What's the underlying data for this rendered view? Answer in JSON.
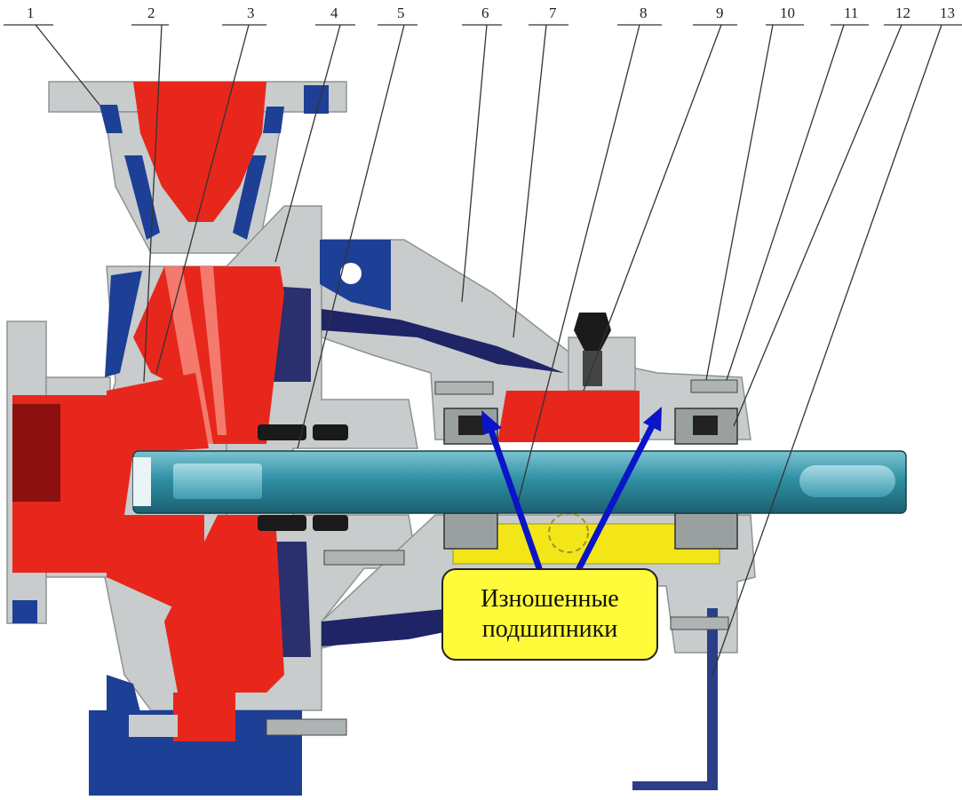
{
  "diagram": {
    "part_numbers": [
      "1",
      "2",
      "3",
      "4",
      "5",
      "6",
      "7",
      "8",
      "9",
      "10",
      "11",
      "12",
      "13"
    ],
    "callout": {
      "line1": "Изношенные",
      "line2": "подшипники"
    },
    "colors": {
      "casing": "#c8cccc",
      "impeller": "#e8271c",
      "dark_red": "#8c1010",
      "blue_parts": "#1d3f95",
      "shaft": "#2d8fa2",
      "bearing_housing_lower": "#f2e619",
      "callout_fill": "#fffb3a",
      "arrow": "#0a14c8"
    }
  }
}
